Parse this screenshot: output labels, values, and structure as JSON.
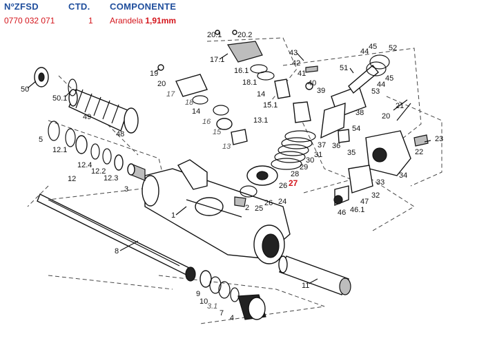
{
  "header": {
    "col_code": "NºZFSD",
    "col_qty": "CTD.",
    "col_component": "COMPONENTE"
  },
  "row": {
    "code": "0770 032 071",
    "qty": "1",
    "component_prefix": "Arandela ",
    "component_size": "1,91mm"
  },
  "labels": {
    "l1": "1",
    "l2": "2",
    "l3": "3",
    "l4": "4",
    "l5": "5",
    "l7": "7",
    "l8": "8",
    "l9": "9",
    "l10": "10",
    "l11": "11",
    "l12": "12",
    "l12_1": "12.1",
    "l12_2": "12.2",
    "l12_3": "12.3",
    "l12_4": "12.4",
    "l13": "13",
    "l13_1": "13.1",
    "l14a": "14",
    "l14b": "14",
    "l15": "15",
    "l15_1": "15.1",
    "l16": "16",
    "l16_1": "16.1",
    "l17": "17",
    "l17_1": "17.1",
    "l18": "18",
    "l18_1": "18.1",
    "l19": "19",
    "l20a": "20",
    "l20b": "20",
    "l20_1": "20.1",
    "l20_2": "20.2",
    "l21": "21",
    "l22": "22",
    "l23": "23",
    "l24": "24",
    "l25": "25",
    "l26a": "26",
    "l26b": "26",
    "l27": "27",
    "l28": "28",
    "l29": "29",
    "l30": "30",
    "l31": "31",
    "l32": "32",
    "l33": "33",
    "l34": "34",
    "l35": "35",
    "l36": "36",
    "l37": "37",
    "l38": "38",
    "l39": "39",
    "l40": "40",
    "l41": "41",
    "l42": "42",
    "l43": "43",
    "l44a": "44",
    "l44b": "44",
    "l45a": "45",
    "l45b": "45",
    "l46": "46",
    "l46_1": "46.1",
    "l47": "47",
    "l48": "48",
    "l49": "49",
    "l50": "50",
    "l50_1": "50.1",
    "l51": "51",
    "l52": "52",
    "l53": "53",
    "l54": "54",
    "l3_1": "3.1"
  }
}
